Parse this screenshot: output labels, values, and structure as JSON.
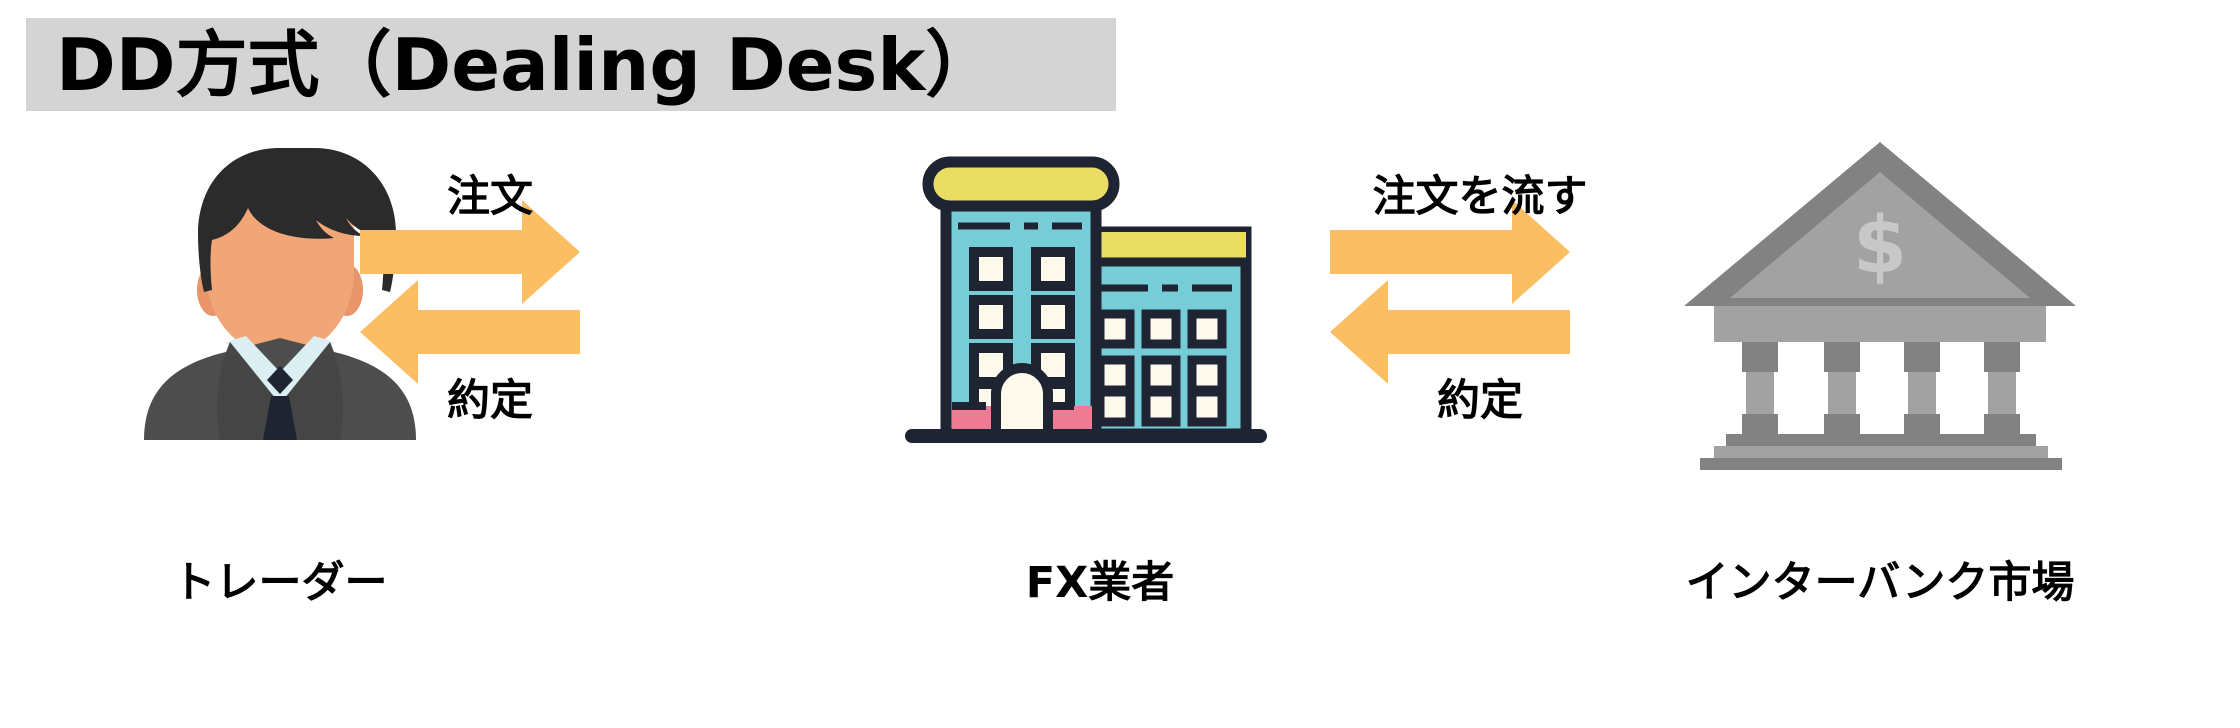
{
  "title": {
    "text": "DD方式（Dealing Desk）",
    "banner_color": "#d4d4d4"
  },
  "colors": {
    "arrow": "#fbbe62",
    "building_body": "#76cdd8",
    "building_trim": "#e9dd63",
    "building_outline": "#1f2433",
    "building_window": "#fdfaec",
    "building_base_accent": "#ef7a94",
    "bank_light": "#a2a2a2",
    "bank_dark": "#828282",
    "bank_symbol": "#c8c8c8",
    "suit": "#4d4d4d",
    "suit_shadow": "#454545",
    "skin": "#f2a678",
    "skin_shadow": "#e8956a",
    "hair": "#2b2b2b",
    "shirt": "#dbeef2",
    "tie": "#1f2433",
    "background": "#ffffff"
  },
  "nodes": [
    {
      "id": "trader",
      "caption": "トレーダー",
      "icon": "businessman-avatar-icon"
    },
    {
      "id": "fx-broker",
      "caption": "FX業者",
      "icon": "office-building-icon"
    },
    {
      "id": "interbank",
      "caption": "インターバンク市場",
      "icon": "bank-columns-icon"
    }
  ],
  "flows": [
    {
      "id": "trader-to-fx",
      "forward_label": "注文",
      "backward_label": "約定",
      "from": "トレーダー",
      "to": "FX業者"
    },
    {
      "id": "fx-to-interbank",
      "forward_label": "注文を流す",
      "backward_label": "約定",
      "from": "FX業者",
      "to": "インターバンク市場"
    }
  ],
  "bank_symbol_text": "$"
}
